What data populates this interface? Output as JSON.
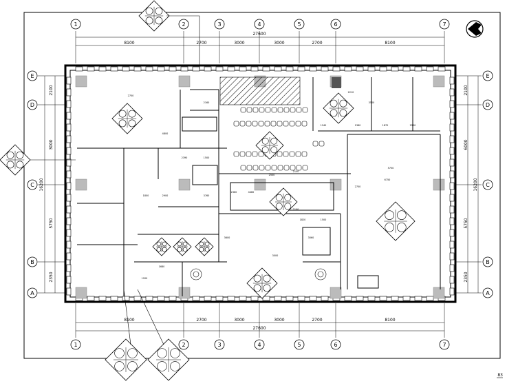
{
  "drawing": {
    "total_dimension": "27600",
    "top_spans": [
      "8100",
      "2700",
      "3000",
      "3000",
      "2700",
      "8100"
    ],
    "bottom_spans": [
      "8100",
      "2700",
      "3000",
      "3000",
      "2700",
      "8100"
    ],
    "left_spans": [
      "2100",
      "3000",
      "5750",
      "2350"
    ],
    "right_spans": [
      "2100",
      "6000",
      "5750",
      "2350"
    ],
    "left_total": "16200",
    "right_total": "16200",
    "column_axes": [
      "1",
      "2",
      "3",
      "4",
      "5",
      "6",
      "7"
    ],
    "row_axes": [
      "E",
      "D",
      "C",
      "B",
      "A"
    ],
    "room_dims": [
      "2700",
      "2160",
      "4800",
      "2390",
      "1500",
      "1800",
      "2900",
      "3760",
      "2100",
      "2210",
      "3500",
      "1240",
      "1380",
      "1870",
      "2500",
      "2360",
      "4480",
      "1820",
      "1500",
      "1680",
      "1200"
    ],
    "inner_marks": [
      "6750",
      "5750",
      "3060",
      "3000",
      "2150",
      "2500",
      "2700",
      "3600"
    ],
    "page_number": "83"
  }
}
